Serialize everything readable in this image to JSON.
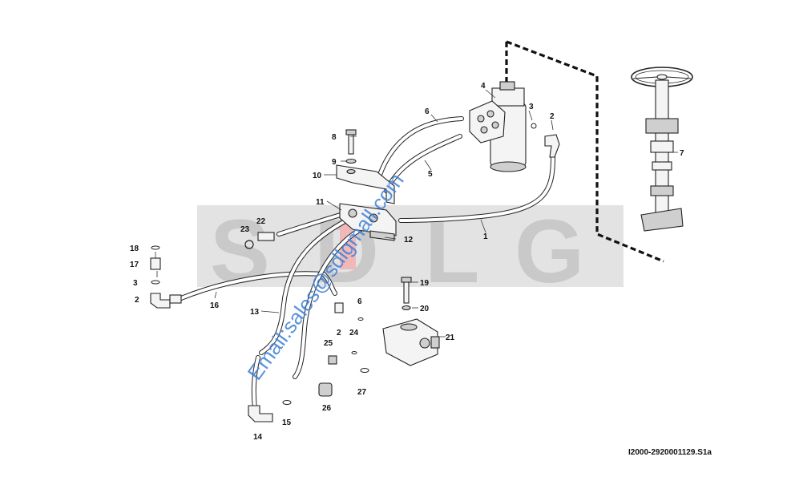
{
  "diagram": {
    "drawing_code": "I2000-2920001129.S1a",
    "watermark_logo": "SDLG",
    "watermark_email": "Email:sales@sdlgmall.com",
    "colors": {
      "watermark_grey": "#d9d9d9",
      "watermark_red": "#f0b8b8",
      "email_blue": "#3d7fd6",
      "line": "#222222"
    },
    "callouts": [
      "1",
      "2",
      "2",
      "2",
      "3",
      "3",
      "4",
      "5",
      "6",
      "6",
      "7",
      "8",
      "9",
      "10",
      "11",
      "12",
      "13",
      "14",
      "15",
      "16",
      "17",
      "18",
      "19",
      "20",
      "21",
      "22",
      "23",
      "24",
      "25",
      "26",
      "27"
    ]
  }
}
